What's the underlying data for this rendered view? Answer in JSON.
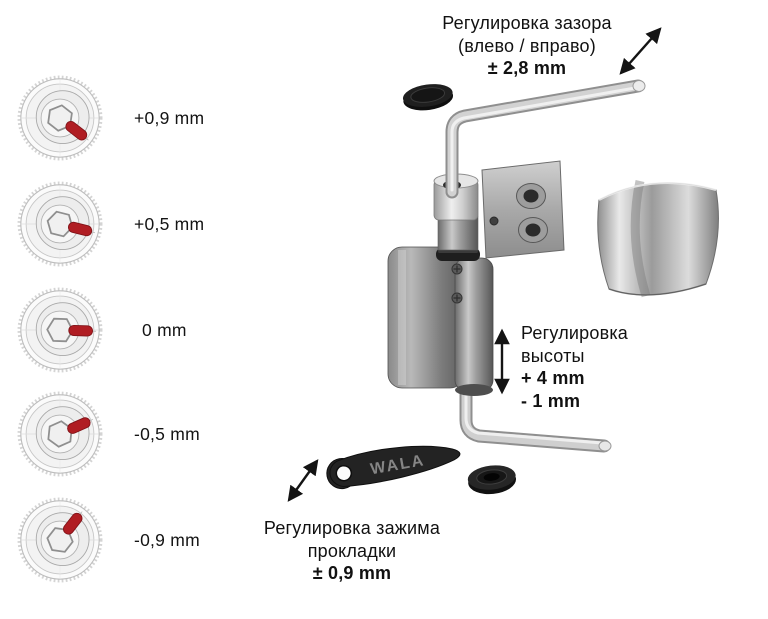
{
  "page": {
    "background": "#ffffff"
  },
  "left_panel": {
    "dials": [
      {
        "label": "+0,9 mm",
        "angle": 38
      },
      {
        "label": "+0,5 mm",
        "angle": 14
      },
      {
        "label": "0 mm",
        "angle": 2
      },
      {
        "label": "-0,5 mm",
        "angle": -24
      },
      {
        "label": "-0,9 mm",
        "angle": -52
      }
    ]
  },
  "annotations": {
    "gap": {
      "line1": "Регулировка зазора",
      "line2": "(влево / вправо)",
      "value": "± 2,8 mm"
    },
    "height": {
      "line1": "Регулировка",
      "line2": "высоты",
      "value1": "+ 4 mm",
      "value2": "- 1 mm"
    },
    "clamp": {
      "line1": "Регулировка зажима",
      "line2": "прокладки",
      "value": "± 0,9 mm"
    }
  },
  "illustration": {
    "tool_brand": "WALA"
  },
  "icons": {
    "gap_arrow": "double-arrow-diagonal",
    "height_arrow": "double-arrow-vertical",
    "clamp_arrow": "double-arrow-diagonal"
  },
  "colors": {
    "indicator_red": "#b01d23",
    "text": "#141414",
    "metal_light": "#e9e9e9",
    "metal_dark": "#565656",
    "black_parts": "#1c1c1c"
  }
}
